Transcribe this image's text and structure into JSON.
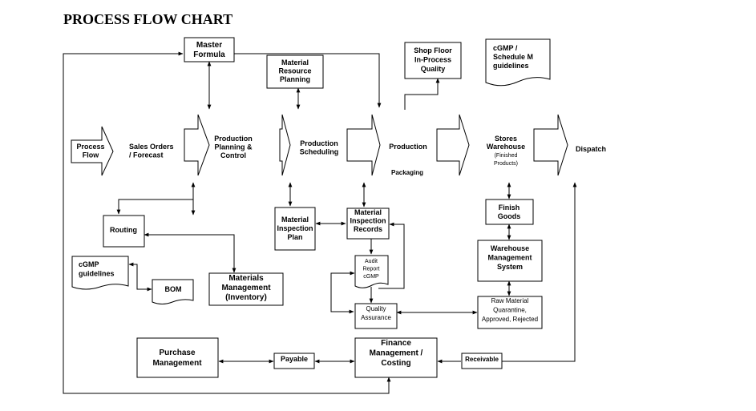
{
  "title": "PROCESS FLOW CHART",
  "nodes": {
    "master_formula": [
      "Master",
      "Formula"
    ],
    "material_resource_planning": [
      "Material",
      "Resource",
      "Planning"
    ],
    "shop_floor": [
      "Shop Floor",
      "In-Process",
      "Quality"
    ],
    "cgmp_schedule": [
      "cGMP /",
      "Schedule  M",
      "guidelines"
    ],
    "process_flow": [
      "Process",
      "Flow"
    ],
    "sales_orders": [
      "Sales  Orders",
      "/ Forecast"
    ],
    "production_planning": [
      "Production",
      "Planning &",
      "Control"
    ],
    "production_scheduling": [
      "Production",
      "Scheduling"
    ],
    "production": "Production",
    "packaging": "Packaging",
    "stores_warehouse": [
      "Stores",
      "Warehouse",
      "(Finished",
      "Products)"
    ],
    "dispatch": "Dispatch",
    "routing": "Routing",
    "material_inspection_plan": [
      "Material",
      "Inspection",
      "Plan"
    ],
    "material_inspection_records": [
      "Material",
      "Inspection",
      "Records"
    ],
    "finish_goods": [
      "Finish",
      "Goods"
    ],
    "audit_report": [
      "Audit",
      "Report",
      "cGMP"
    ],
    "warehouse_management": [
      "Warehouse",
      "Management",
      "System"
    ],
    "cgmp_guidelines": [
      "cGMP",
      "guidelines"
    ],
    "bom": "BOM",
    "materials_management": [
      "Materials",
      "Management",
      "(Inventory)"
    ],
    "quality_assurance": [
      "Quality",
      "Assurance"
    ],
    "raw_material": [
      "Raw Material",
      "Quarantine,",
      "Approved, Rejected"
    ],
    "purchase_management": [
      "Purchase",
      "Management"
    ],
    "payable": "Payable",
    "finance_management": [
      "Finance",
      "Management  /",
      "Costing"
    ],
    "receivable": "Receivable"
  }
}
